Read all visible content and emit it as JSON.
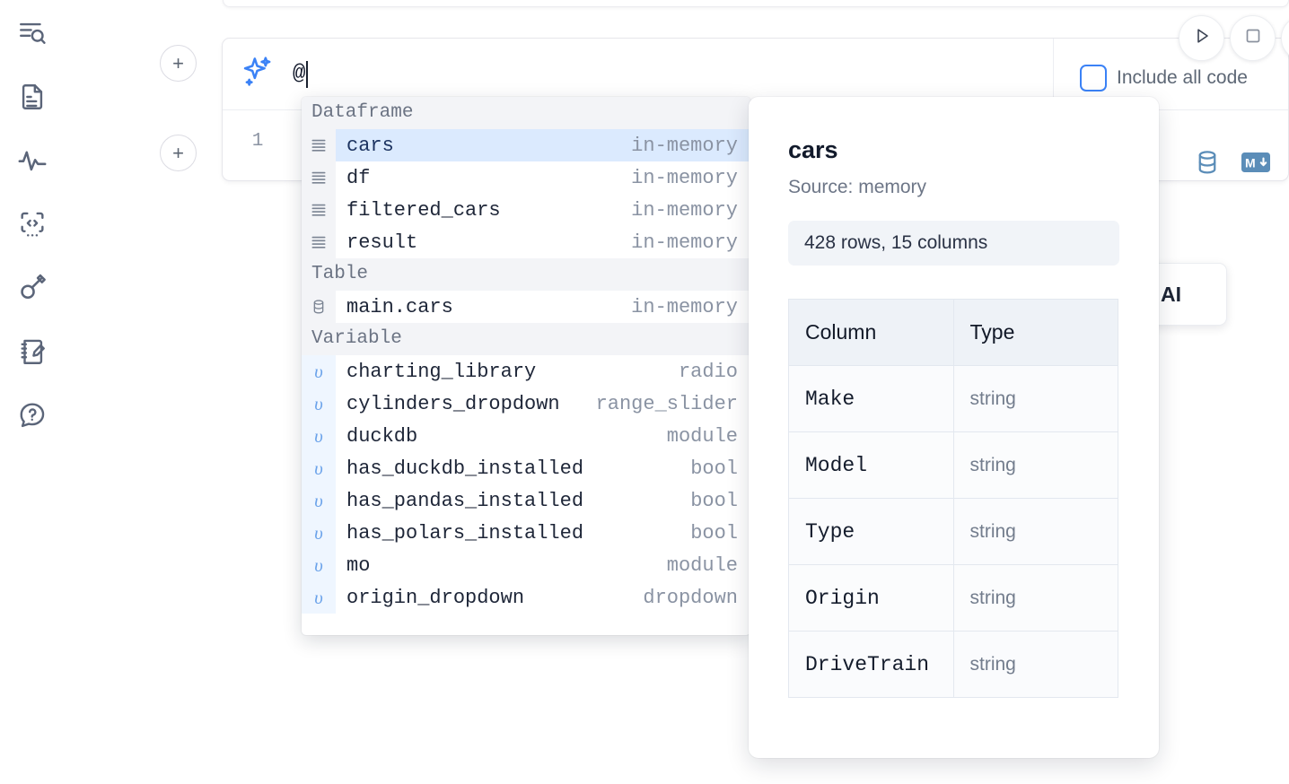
{
  "sidebar": {
    "items": [
      {
        "name": "outline-search-icon",
        "label": "Outline"
      },
      {
        "name": "document-icon",
        "label": "Notebook files"
      },
      {
        "name": "activity-pulse-icon",
        "label": "Dependency graph"
      },
      {
        "name": "code-snippet-icon",
        "label": "Snippets"
      },
      {
        "name": "key-icon",
        "label": "Secrets"
      },
      {
        "name": "notebook-pencil-icon",
        "label": "Scratchpad"
      },
      {
        "name": "help-chat-icon",
        "label": "Help"
      }
    ]
  },
  "toolbar": {
    "run_label": "Run",
    "stop_label": "Interrupt",
    "more_label": "More",
    "include_all_code_label": "Include all code",
    "include_all_code_checked": false
  },
  "cell": {
    "add_button_label": "+",
    "ai_icon": "sparkle-icon",
    "prompt_value": "@",
    "line_number": "1",
    "database_icon": "database-icon",
    "markdown_icon": "markdown-icon"
  },
  "ai_chip": {
    "label": "AI"
  },
  "completion": {
    "groups": [
      {
        "header": "Dataframe",
        "icon": "dataframe-icon",
        "items": [
          {
            "name": "cars",
            "type": "in-memory",
            "selected": true
          },
          {
            "name": "df",
            "type": "in-memory",
            "selected": false
          },
          {
            "name": "filtered_cars",
            "type": "in-memory",
            "selected": false
          },
          {
            "name": "result",
            "type": "in-memory",
            "selected": false
          }
        ]
      },
      {
        "header": "Table",
        "icon": "database-icon",
        "items": [
          {
            "name": "main.cars",
            "type": "in-memory",
            "selected": false
          }
        ]
      },
      {
        "header": "Variable",
        "icon": "variable-icon",
        "items": [
          {
            "name": "charting_library",
            "type": "radio",
            "selected": false
          },
          {
            "name": "cylinders_dropdown",
            "type": "range_slider",
            "selected": false
          },
          {
            "name": "duckdb",
            "type": "module",
            "selected": false
          },
          {
            "name": "has_duckdb_installed",
            "type": "bool",
            "selected": false
          },
          {
            "name": "has_pandas_installed",
            "type": "bool",
            "selected": false
          },
          {
            "name": "has_polars_installed",
            "type": "bool",
            "selected": false
          },
          {
            "name": "mo",
            "type": "module",
            "selected": false
          },
          {
            "name": "origin_dropdown",
            "type": "dropdown",
            "selected": false
          }
        ]
      }
    ]
  },
  "doc": {
    "title": "cars",
    "source": "Source: memory",
    "shape": "428 rows, 15 columns",
    "table": {
      "headers": [
        "Column",
        "Type"
      ],
      "rows": [
        [
          "Make",
          "string"
        ],
        [
          "Model",
          "string"
        ],
        [
          "Type",
          "string"
        ],
        [
          "Origin",
          "string"
        ],
        [
          "DriveTrain",
          "string"
        ]
      ]
    }
  },
  "colors": {
    "accent_blue": "#3b82f6",
    "selection_blue": "#dbeafe",
    "icon_slate": "#5b6579",
    "steel_blue": "#5b8db8"
  }
}
